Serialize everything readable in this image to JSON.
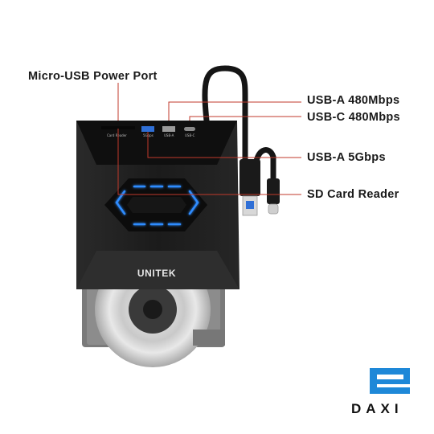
{
  "callouts": {
    "micro_usb_power": "Micro-USB Power Port",
    "usb_a_480": "USB-A 480Mbps",
    "usb_c_480": "USB-C 480Mbps",
    "usb_a_5g": "USB-A 5Gbps",
    "sd_card_reader": "SD Card Reader"
  },
  "device": {
    "brand": "UNITEK",
    "port_labels": [
      "Card Reader",
      "5Gbps",
      "USB-A",
      "USB-C"
    ]
  },
  "logo": {
    "wordmark": "DAXI"
  },
  "colors": {
    "callout_line": "#c0392b",
    "led_blue": "#2f8cff",
    "logo_blue": "#1e88d8",
    "body_dark": "#1b1b1b"
  }
}
